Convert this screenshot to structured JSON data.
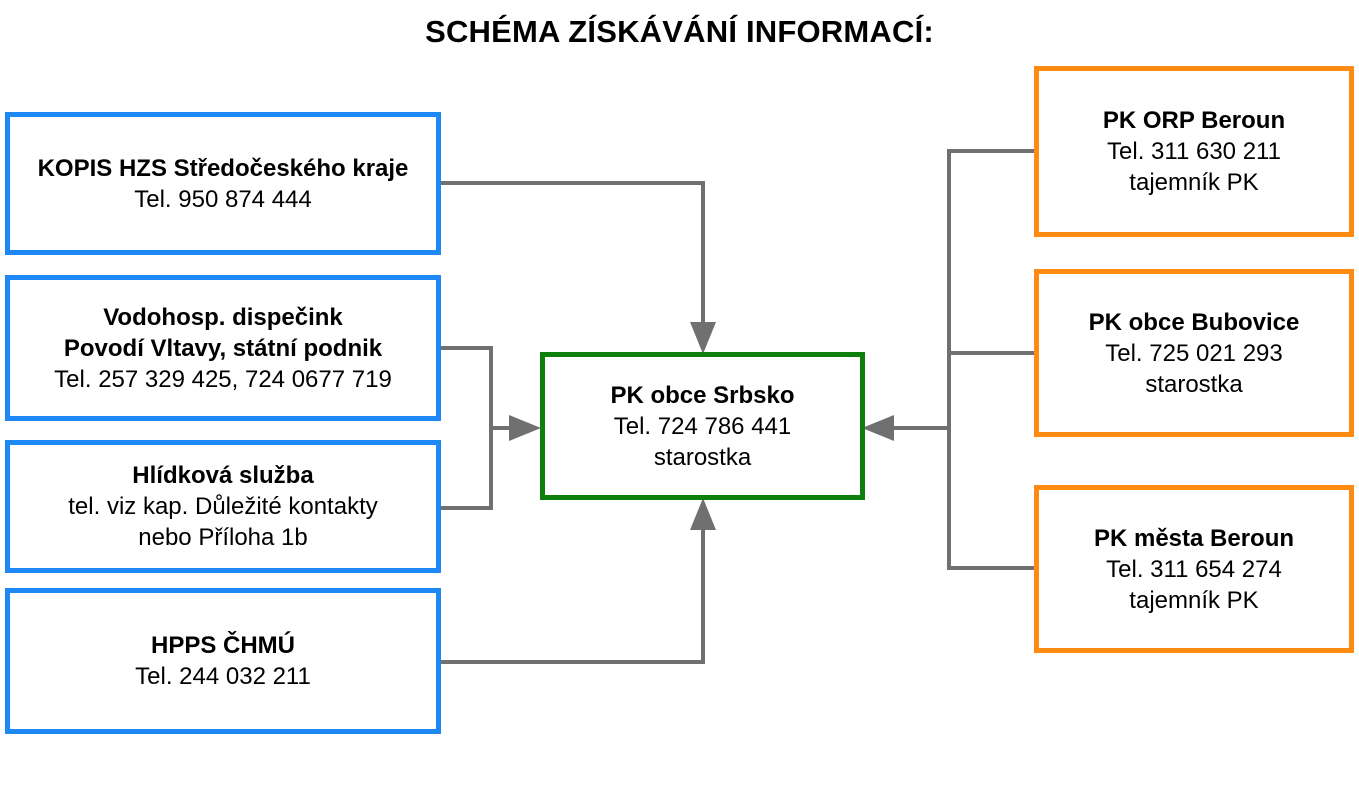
{
  "title": "SCHÉMA ZÍSKÁVÁNÍ INFORMACÍ:",
  "colors": {
    "source_border": "#1e88f5",
    "center_border": "#0d7f0d",
    "right_border": "#ff8a12",
    "connector": "#707070"
  },
  "left_boxes": [
    {
      "lines": [
        "KOPIS HZS Středočeského kraje",
        "Tel. 950 874 444"
      ]
    },
    {
      "lines": [
        "Vodohosp. dispečink",
        "Povodí Vltavy, státní podnik",
        "Tel. 257 329 425, 724 0677 719"
      ]
    },
    {
      "lines": [
        "Hlídková služba",
        "tel. viz kap. Důležité kontakty",
        "nebo Příloha 1b"
      ]
    },
    {
      "lines": [
        "HPPS ČHMÚ",
        "Tel. 244 032 211"
      ]
    }
  ],
  "center_box": {
    "lines": [
      "PK obce Srbsko",
      "Tel. 724 786 441",
      "starostka"
    ]
  },
  "right_boxes": [
    {
      "lines": [
        "PK ORP Beroun",
        "Tel. 311 630 211",
        "tajemník PK"
      ]
    },
    {
      "lines": [
        "PK obce Bubovice",
        "Tel. 725 021 293",
        "starostka"
      ]
    },
    {
      "lines": [
        "PK města Beroun",
        "Tel. 311 654 274",
        "tajemník PK"
      ]
    }
  ]
}
